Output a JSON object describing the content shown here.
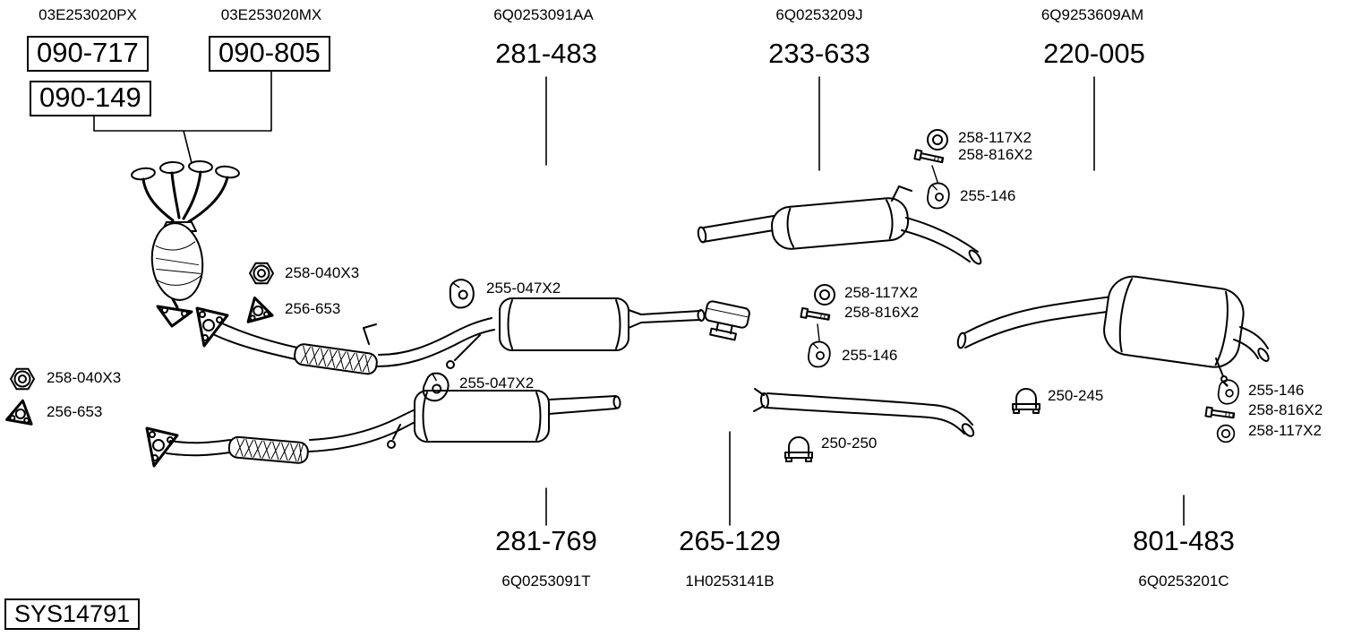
{
  "doc": {
    "system_code": "SYS14791",
    "colors": {
      "ink": "#000000",
      "paper": "#ffffff"
    }
  },
  "top": [
    {
      "oem": "03E253020PX",
      "part": "090-717"
    },
    {
      "oem": "03E253020MX",
      "part": "090-805"
    },
    {
      "oem": "6Q0253091AA",
      "part": "281-483"
    },
    {
      "oem": "6Q0253209J",
      "part": "233-633"
    },
    {
      "oem": "6Q9253609AM",
      "part": "220-005"
    }
  ],
  "extra_boxed_part": "090-149",
  "bottom": [
    {
      "part": "281-769",
      "oem": "6Q0253091T"
    },
    {
      "part": "265-129",
      "oem": "1H0253141B"
    },
    {
      "part": "801-483",
      "oem": "6Q0253201C"
    }
  ],
  "callouts": [
    {
      "icon": "hex-nut-icon",
      "text": "258-040X3"
    },
    {
      "icon": "gasket-icon",
      "text": "256-653"
    },
    {
      "icon": "hanger-icon",
      "text": "255-047X2"
    },
    {
      "icon": "hex-nut-icon",
      "text": "258-040X3"
    },
    {
      "icon": "gasket-icon",
      "text": "256-653"
    },
    {
      "icon": "hanger-icon",
      "text": "255-047X2"
    },
    {
      "icon": "washer-icon",
      "text": "258-117X2"
    },
    {
      "icon": "bolt-icon",
      "text": "258-816X2"
    },
    {
      "icon": "hanger-icon",
      "text": "255-146"
    },
    {
      "icon": "washer-icon",
      "text": "258-117X2"
    },
    {
      "icon": "bolt-icon",
      "text": "258-816X2"
    },
    {
      "icon": "hanger-icon",
      "text": "255-146"
    },
    {
      "icon": "clamp-icon",
      "text": "250-250"
    },
    {
      "icon": "clamp-icon",
      "text": "250-245"
    },
    {
      "icon": "hanger-icon",
      "text": "255-146"
    },
    {
      "icon": "bolt-icon",
      "text": "258-816X2"
    },
    {
      "icon": "washer-icon",
      "text": "258-117X2"
    }
  ],
  "components": [
    "exhaust-manifold-catalytic-converter",
    "front-pipe-with-flex-1",
    "front-pipe-with-flex-2",
    "center-silencer",
    "mounting-clamp",
    "connecting-pipe",
    "rear-silencer"
  ]
}
